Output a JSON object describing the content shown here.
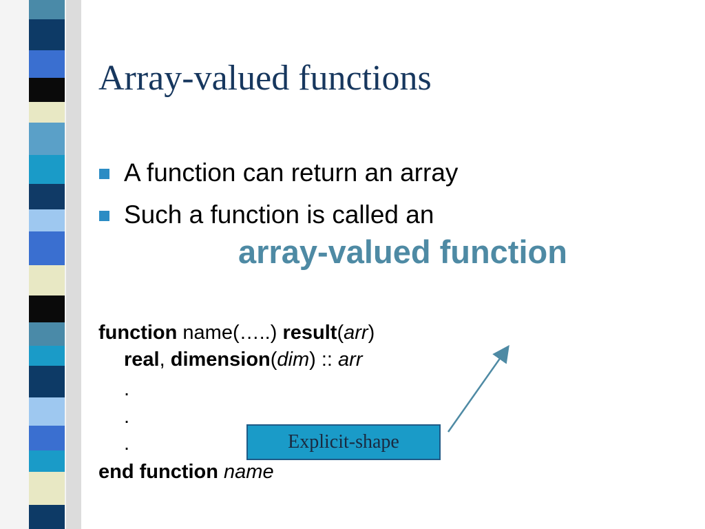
{
  "slide": {
    "title": "Array-valued functions",
    "bullets": [
      "A function can return an array",
      "Such a function is called an"
    ],
    "emphasis": "array-valued function"
  },
  "code": {
    "line1": {
      "kw1": "function",
      "name": " name(…..) ",
      "kw2": "result",
      "open": "(",
      "var": "arr",
      "close": ")"
    },
    "line2": {
      "kw1": "real",
      "sep": ", ",
      "kw2": "dimension",
      "open": "(",
      "dim": "dim",
      "rest": ") :: ",
      "var": "arr"
    },
    "dots": [
      ".",
      ".",
      "."
    ],
    "line6": {
      "kw": "end function",
      "space": " ",
      "name": "name"
    }
  },
  "callout": {
    "label": "Explicit-shape"
  },
  "colors": {
    "title": "#17375e",
    "bullet_marker": "#2b8cc4",
    "emphasis": "#4e8aa4",
    "callout_fill": "#1a9bc8",
    "arrow": "#4e8aa4"
  }
}
